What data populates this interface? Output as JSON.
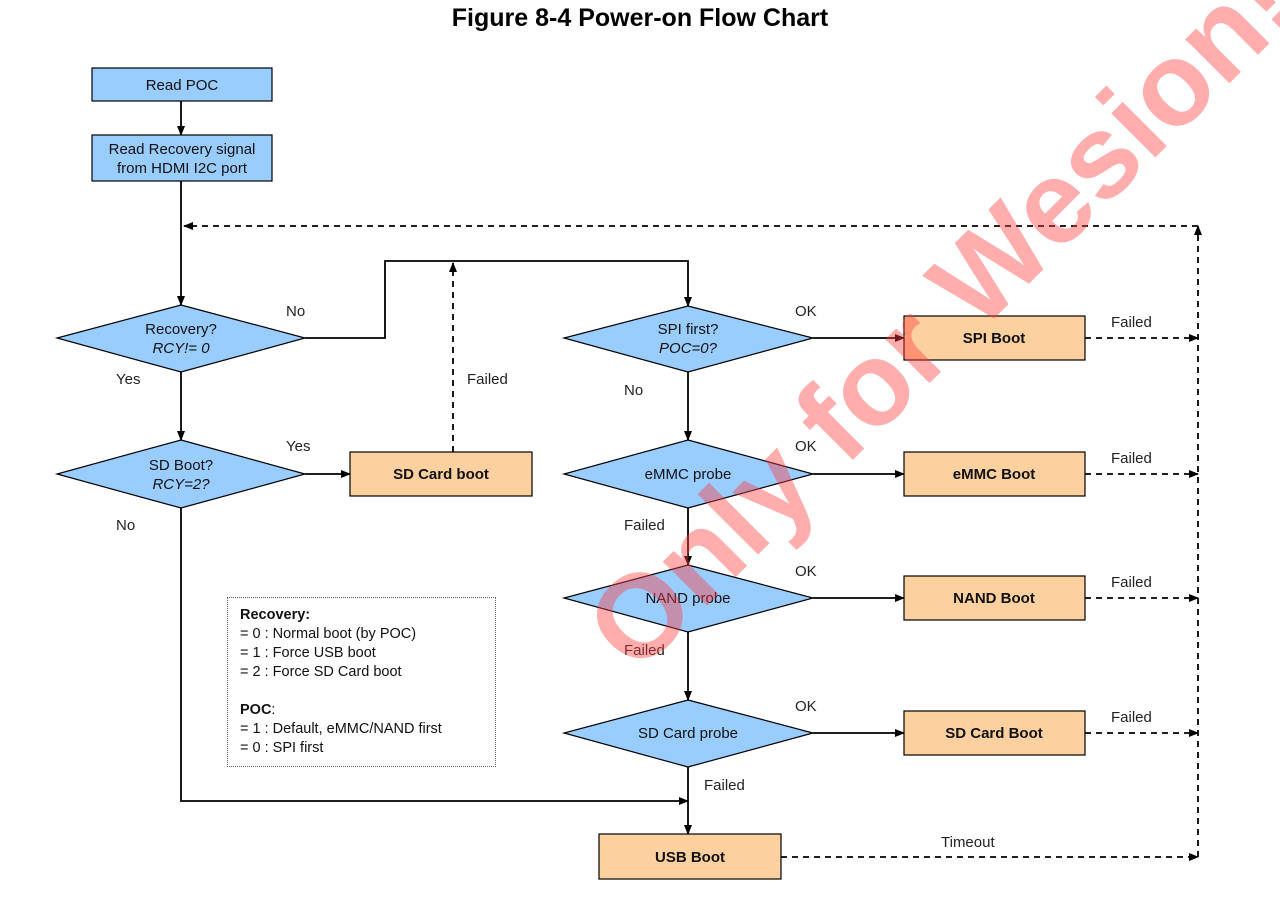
{
  "title": "Figure 8-4 Power-on Flow Chart",
  "boxes": {
    "read_poc": "Read POC",
    "read_recovery_line1": "Read Recovery signal",
    "read_recovery_line2": "from HDMI I2C port",
    "sd_card_boot_left": "SD Card boot",
    "spi_boot": "SPI Boot",
    "emmc_boot": "eMMC Boot",
    "nand_boot": "NAND Boot",
    "sd_card_boot_right": "SD Card Boot",
    "usb_boot": "USB Boot"
  },
  "decisions": {
    "recovery_line1": "Recovery?",
    "recovery_line2": "RCY!= 0",
    "sd_boot_line1": "SD Boot?",
    "sd_boot_line2": "RCY=2?",
    "spi_first_line1": "SPI first?",
    "spi_first_line2": "POC=0?",
    "emmc_probe": "eMMC probe",
    "nand_probe": "NAND probe",
    "sd_card_probe": "SD Card probe"
  },
  "labels": {
    "no_recovery": "No",
    "yes_recovery": "Yes",
    "yes_sd": "Yes",
    "no_sd": "No",
    "failed_sd_card": "Failed",
    "ok_spi": "OK",
    "no_spi": "No",
    "ok_emmc": "OK",
    "failed_emmc_probe": "Failed",
    "ok_nand": "OK",
    "failed_nand_probe": "Failed",
    "ok_sd": "OK",
    "failed_sd_probe": "Failed",
    "failed_spi_boot": "Failed",
    "failed_emmc_boot": "Failed",
    "failed_nand_boot": "Failed",
    "failed_sd_boot": "Failed",
    "timeout": "Timeout"
  },
  "legend": {
    "recovery_heading": "Recovery:",
    "recovery_items": [
      "= 0 : Normal boot (by POC)",
      "= 1 : Force USB boot",
      "= 2 : Force SD Card boot"
    ],
    "poc_heading": "POC",
    "poc_colon": ":",
    "poc_items": [
      "= 1 : Default,  eMMC/NAND first",
      "= 0 : SPI first"
    ]
  },
  "watermark": "Only for Wesion!",
  "colors": {
    "process_blue": "#99ccff",
    "boot_orange": "#fdd09f",
    "watermark_red": "#ff3c3c"
  }
}
